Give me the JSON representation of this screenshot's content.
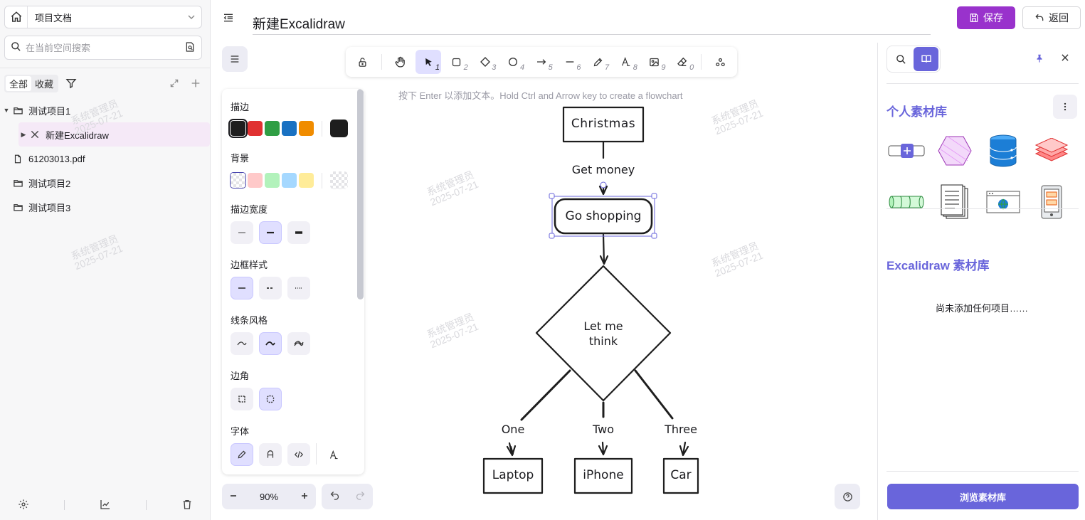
{
  "sidebar": {
    "space_name": "项目文档",
    "search_placeholder": "在当前空间搜索",
    "filters": {
      "all": "全部",
      "favorites": "收藏"
    },
    "tree": [
      {
        "label": "测试项目1",
        "type": "folder",
        "expanded": true
      },
      {
        "label": "新建Excalidraw",
        "type": "excalidraw",
        "selected": true
      },
      {
        "label": "61203013.pdf",
        "type": "file"
      },
      {
        "label": "测试项目2",
        "type": "folder"
      },
      {
        "label": "测试项目3",
        "type": "folder"
      }
    ]
  },
  "header": {
    "title": "新建Excalidraw",
    "save_label": "保存",
    "back_label": "返回"
  },
  "toolbar": {
    "tools": [
      {
        "name": "lock",
        "key": ""
      },
      {
        "name": "hand",
        "key": ""
      },
      {
        "name": "selection",
        "key": "1",
        "active": true
      },
      {
        "name": "rectangle",
        "key": "2"
      },
      {
        "name": "diamond",
        "key": "3"
      },
      {
        "name": "ellipse",
        "key": "4"
      },
      {
        "name": "arrow",
        "key": "5"
      },
      {
        "name": "line",
        "key": "6"
      },
      {
        "name": "draw",
        "key": "7"
      },
      {
        "name": "text",
        "key": "8"
      },
      {
        "name": "image",
        "key": "9"
      },
      {
        "name": "eraser",
        "key": "0"
      },
      {
        "name": "extra-tools",
        "key": ""
      }
    ],
    "hint": "按下 Enter 以添加文本。Hold Ctrl and Arrow key to create a flowchart"
  },
  "properties": {
    "stroke_label": "描边",
    "stroke_colors": [
      "#1e1e1e",
      "#e03131",
      "#2f9e44",
      "#1971c2",
      "#f08c00"
    ],
    "stroke_current": "#1e1e1e",
    "background_label": "背景",
    "background_colors": [
      "transparent",
      "#ffc9c9",
      "#b2f2bb",
      "#a5d8ff",
      "#ffec99"
    ],
    "stroke_width_label": "描边宽度",
    "stroke_style_label": "边框样式",
    "sloppiness_label": "线条风格",
    "edges_label": "边角",
    "font_label": "字体"
  },
  "zoom": {
    "level": "90%"
  },
  "diagram": {
    "nodes": {
      "christmas": "Christmas",
      "go_shopping": "Go shopping",
      "decision": "Let me\nthink",
      "laptop": "Laptop",
      "iphone": "iPhone",
      "car": "Car"
    },
    "edges": {
      "get_money": "Get money",
      "one": "One",
      "two": "Two",
      "three": "Three"
    }
  },
  "library": {
    "personal_title": "个人素材库",
    "excalidraw_title": "Excalidraw 素材库",
    "empty_text": "尚未添加任何项目……",
    "browse_label": "浏览素材库",
    "items": [
      "button-icon",
      "hexagon-icon",
      "database-icon",
      "layers-icon",
      "cylinder-icon",
      "documents-icon",
      "browser-window-icon",
      "mobile-device-icon"
    ]
  },
  "watermark": {
    "line1": "系统管理员",
    "line2": "2025-07-21"
  }
}
